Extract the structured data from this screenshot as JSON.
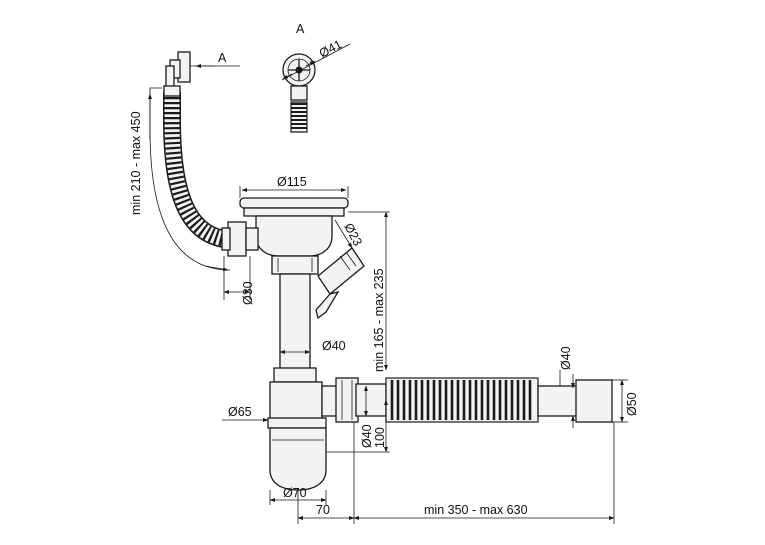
{
  "labels": {
    "view_letter": "A",
    "view_arrow_letter": "A",
    "d41": "Ø41",
    "d115": "Ø115",
    "d23": "Ø23",
    "d30": "Ø30",
    "d40_pipe": "Ø40",
    "d65": "Ø65",
    "d40_outlet": "Ø40",
    "d70": "Ø70",
    "d40_end": "Ø40",
    "d50": "Ø50",
    "dim_70": "70",
    "dim_100": "100",
    "overflow_len": "min 210 - max 450",
    "height_range": "min 165 - max 235",
    "outlet_len": "min 350 - max 630"
  }
}
